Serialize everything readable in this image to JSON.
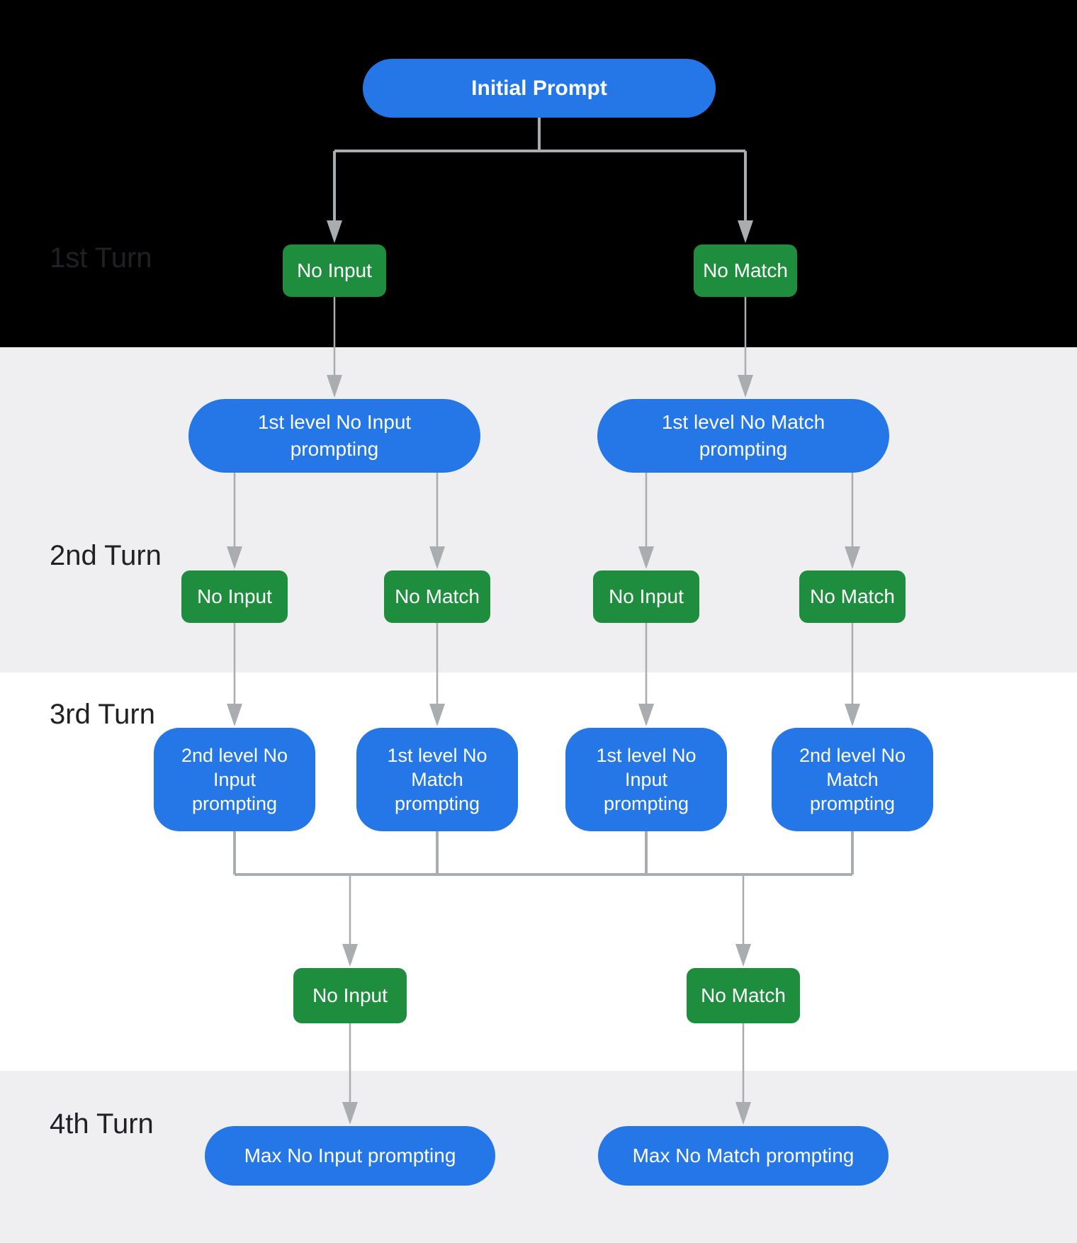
{
  "colors": {
    "blue": "#2577E8",
    "green": "#1E8E3E",
    "line": "#A9ADB0",
    "section_black": "#000000",
    "section_gray": "#EFEFF1",
    "section_white": "#FFFFFF",
    "label_text": "#202124",
    "node_text": "#FFFFFF"
  },
  "diagram": {
    "root": {
      "label": "Initial Prompt"
    },
    "turn1": {
      "label": "1st Turn",
      "no_input": "No Input",
      "no_match": "No Match"
    },
    "turn2": {
      "label": "2nd Turn",
      "left_prompt": "1st level No Input\nprompting",
      "right_prompt": "1st level No Match\nprompting",
      "boxes": [
        "No Input",
        "No Match",
        "No Input",
        "No Match"
      ]
    },
    "turn3": {
      "label": "3rd Turn",
      "prompts": [
        "2nd level No\nInput\nprompting",
        "1st level No\nMatch\nprompting",
        "1st level No\nInput\nprompting",
        "2nd level No\nMatch\nprompting"
      ],
      "no_input": "No Input",
      "no_match": "No Match"
    },
    "turn4": {
      "label": "4th Turn",
      "max_no_input": "Max No Input prompting",
      "max_no_match": "Max No Match prompting"
    }
  }
}
